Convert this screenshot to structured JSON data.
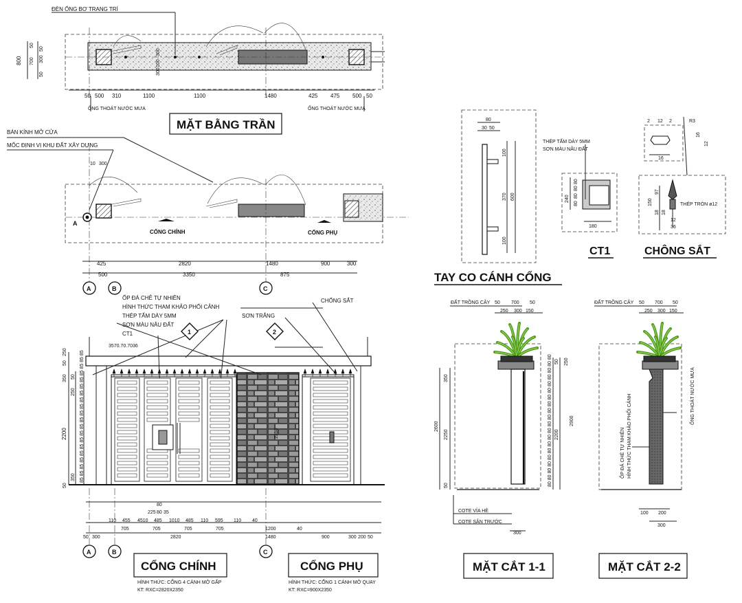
{
  "ceiling_plan": {
    "title": "MẶT BẰNG TRẦN",
    "note_top": "ĐÈN ỐNG BƠ TRANG TRÍ",
    "drain_left": "ỐNG THOÁT NƯỚC MƯA",
    "drain_right": "ỐNG THOÁT NƯỚC MƯA",
    "dims_bottom": [
      "50",
      "500",
      "310",
      "1100",
      "1100",
      "1480",
      "425",
      "475",
      "500",
      "50"
    ],
    "dims_left": [
      "800",
      "50",
      "700",
      "50",
      "300",
      "50"
    ],
    "dims_inner": [
      "300",
      "100",
      "300"
    ]
  },
  "floor_plan": {
    "note_radius": "BÁN KÍNH MỞ CỬA",
    "note_marker": "MỐC ĐỊNH VỊ KHU ĐẤT XÂY DỰNG",
    "marker_label": "A",
    "gate_main": "CỔNG CHÍNH",
    "gate_side": "CỔNG PHỤ",
    "dims_top": [
      "10",
      "300"
    ],
    "dims_row1": [
      "425",
      "2820",
      "1480",
      "900",
      "300"
    ],
    "dims_row2": [
      "500",
      "3350",
      "875"
    ]
  },
  "axes": {
    "a": "A",
    "b": "B",
    "c": "C"
  },
  "elevation": {
    "notes": [
      "ỐP ĐÁ CHẺ TỰ NHIÊN",
      "HÌNH THỨC THAM KHẢO PHỐI CẢNH",
      "THÉP TẤM DÀY 5MM",
      "SƠN MÀU NÂU ĐẤT",
      "CT1"
    ],
    "paint_white": "SƠN TRẮNG",
    "spikes": "CHỐNG SẮT",
    "section_1": "1",
    "section_2": "2",
    "dims_top": "3570.70.7036",
    "dims_left": [
      "50",
      "250",
      "350",
      "50",
      "250",
      "2200",
      "350",
      "50"
    ],
    "dims_left_col": "85 85 85 85 85 85 85 85 85 85 85 85 85 85 85 85 85 85 85 85",
    "dim_inner": "2350",
    "dims_bottom_top": [
      "80",
      "225",
      "80",
      "35"
    ],
    "dims_bottom_row1": [
      "110",
      "455",
      "4510",
      "485",
      "1010",
      "485",
      "110",
      "595",
      "110",
      "40",
      "1200",
      "40"
    ],
    "dims_bottom_row2": [
      "705",
      "705",
      "705",
      "705"
    ],
    "dims_bottom_row3": [
      "50",
      "300",
      "2820",
      "1480",
      "900",
      "300",
      "200",
      "50"
    ]
  },
  "gate_main_title": "CỔNG CHÍNH",
  "gate_main_sub1": "HÌNH THỨC: CỔNG 4 CÁNH MỞ GẤP",
  "gate_main_sub2": "KT: RXC=2820X2350",
  "gate_side_title": "CỔNG PHỤ",
  "gate_side_sub1": "HÌNH THỨC: CỔNG 1 CÁNH MỞ QUAY",
  "gate_side_sub2": "KT: RXC=900X2350",
  "handle": {
    "title": "TAY CO CÁNH CỔNG",
    "dims": [
      "80",
      "30",
      "50",
      "100",
      "370",
      "600",
      "100"
    ]
  },
  "ct1": {
    "title": "CT1",
    "note1": "THÉP TẤM DÀY 5MM",
    "note2": "SƠN MÀU NÂU ĐẤT",
    "dims": [
      "240",
      "80",
      "80",
      "80",
      "80",
      "180"
    ]
  },
  "spike": {
    "title": "CHÔNG SẮT",
    "note": "THÉP TRÒN ø12",
    "dims_top": [
      "2",
      "12",
      "2",
      "R3",
      "16",
      "12",
      "16"
    ],
    "dims_side": [
      "150",
      "97",
      "18",
      "18",
      "12",
      "36"
    ]
  },
  "section11": {
    "title": "MẶT CẮT 1-1",
    "soil": "ĐẤT TRỒNG CÂY",
    "dims_top1": [
      "50",
      "700",
      "50"
    ],
    "dims_top2": [
      "250",
      "300",
      "150"
    ],
    "cote1": "COTE VỈA HÈ",
    "cote2": "COTE SÂN TRƯỚC",
    "dims_left": [
      "350",
      "2600",
      "2250",
      "50"
    ],
    "dims_right": [
      "50",
      "250",
      "2200",
      "2900",
      "300"
    ],
    "dims_right_col": "80 80 80 80 80 80 80 80 80 80 80 80 80 80 80 80 80 80 80 80",
    "dim_bottom": "300"
  },
  "section22": {
    "title": "MẶT CẮT 2-2",
    "soil": "ĐẤT TRỒNG CÂY",
    "dims_top1": [
      "50",
      "700",
      "50"
    ],
    "dims_top2": [
      "250",
      "300",
      "150"
    ],
    "note_stone1": "ỐP ĐÁ CHẺ TỰ NHIÊN",
    "note_stone2": "HÌNH THỨC THAM KHẢO PHỐI CẢNH",
    "drain": "ỐNG THOÁT NƯỚC MƯA",
    "dims_bottom": [
      "100",
      "200",
      "300"
    ]
  }
}
